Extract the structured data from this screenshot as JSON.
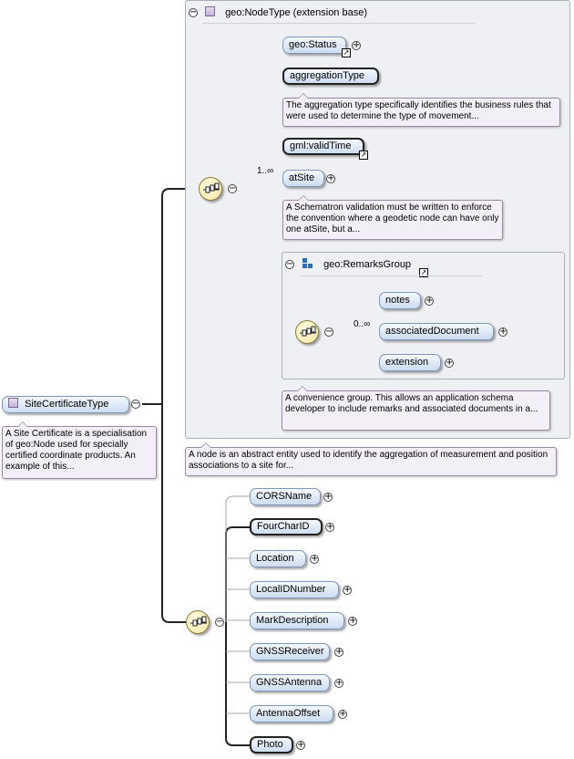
{
  "root": {
    "label": "SiteCertificateType",
    "doc": "A Site Certificate is a specialisation of geo:Node used for specially certified coordinate products. An example of this..."
  },
  "base": {
    "title": "geo:NodeType (extension base)",
    "doc": "A node is an abstract entity used to identify the aggregation of measurement and position associations to a site for...",
    "status_label": "geo:Status",
    "aggregation_label": "aggregationType",
    "aggregation_doc": "The aggregation type specifically identifies the business rules that were used to determine the type of movement...",
    "validtime_label": "gml:validTime",
    "atsite_card": "1..∞",
    "atsite_label": "atSite",
    "atsite_doc": "A Schematron validation must be written to enforce the convention where a geodetic node can have only one atSite, but a...",
    "remarks": {
      "title": "geo:RemarksGroup",
      "card": "0..∞",
      "notes": "notes",
      "associated": "associatedDocument",
      "extension": "extension",
      "doc": "A convenience group. This allows an application schema developer to include remarks and associated documents in a..."
    }
  },
  "seq2": {
    "items": [
      "CORSName",
      "FourCharID",
      "Location",
      "LocalIDNumber",
      "MarkDescription",
      "GNSSReceiver",
      "GNSSAntenna",
      "AntennaOffset",
      "Photo"
    ]
  },
  "colors": {
    "line": "#333333",
    "node_border": "#7f97ba",
    "doc_bg": "#f3eff6",
    "seq_bg": "#f2e7a5"
  }
}
